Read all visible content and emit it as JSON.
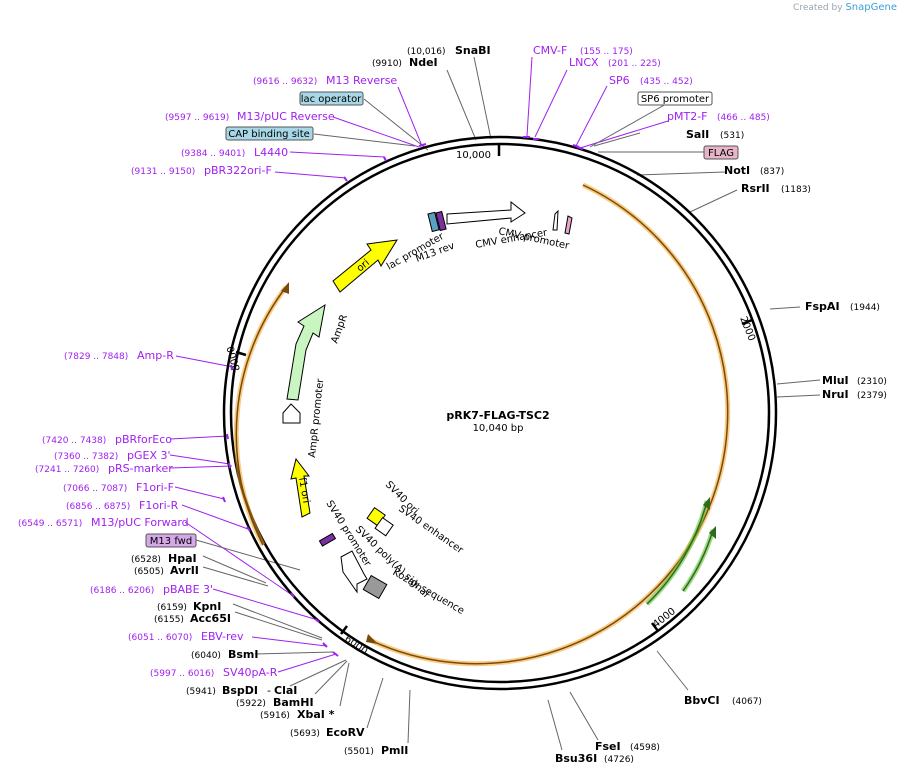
{
  "credit": {
    "created_by": "Created by",
    "brand": "SnapGene"
  },
  "plasmid": {
    "name": "pRK7-FLAG-TSC2",
    "size": "10,040 bp"
  },
  "ticks": [
    "10,000",
    "2000",
    "4000",
    "6000",
    "8000"
  ],
  "colors": {
    "primer": "#a020f0",
    "enzyme": "#000000",
    "backbone": "#000000",
    "orange_feature": "#f4a11d",
    "green_feature": "#5bc236",
    "yellow_feature": "#ffff00",
    "ampr": "#c9f5c0"
  },
  "enzymes": [
    {
      "name": "SnaBI",
      "pos": "(10,016)"
    },
    {
      "name": "NdeI",
      "pos": "(9910)"
    },
    {
      "name": "SalI",
      "pos": "(531)"
    },
    {
      "name": "NotI",
      "pos": "(837)"
    },
    {
      "name": "RsrII",
      "pos": "(1183)"
    },
    {
      "name": "FspAI",
      "pos": "(1944)"
    },
    {
      "name": "MluI",
      "pos": "(2310)"
    },
    {
      "name": "NruI",
      "pos": "(2379)"
    },
    {
      "name": "BbvCI",
      "pos": "(4067)"
    },
    {
      "name": "FseI",
      "pos": "(4598)"
    },
    {
      "name": "Bsu36I",
      "pos": "(4726)"
    },
    {
      "name": "PmlI",
      "pos": "(5501)"
    },
    {
      "name": "EcoRV",
      "pos": "(5693)"
    },
    {
      "name": "XbaI *",
      "pos": "(5916)"
    },
    {
      "name": "BamHI",
      "pos": "(5922)"
    },
    {
      "name": "BspDI",
      "pos": "(5941)"
    },
    {
      "name": "ClaI",
      "pos": ""
    },
    {
      "name": "BsmI",
      "pos": "(6040)"
    },
    {
      "name": "Acc65I",
      "pos": "(6155)"
    },
    {
      "name": "KpnI",
      "pos": "(6159)"
    },
    {
      "name": "AvrII",
      "pos": "(6505)"
    },
    {
      "name": "HpaI",
      "pos": "(6528)"
    }
  ],
  "primers": [
    {
      "name": "CMV-F",
      "pos": "(155 .. 175)"
    },
    {
      "name": "LNCX",
      "pos": "(201 .. 225)"
    },
    {
      "name": "SP6",
      "pos": "(435 .. 452)"
    },
    {
      "name": "pMT2-F",
      "pos": "(466 .. 485)"
    },
    {
      "name": "M13 Reverse",
      "pos": "(9616 .. 9632)"
    },
    {
      "name": "M13/pUC Reverse",
      "pos": "(9597 .. 9619)"
    },
    {
      "name": "L4440",
      "pos": "(9384 .. 9401)"
    },
    {
      "name": "pBR322ori-F",
      "pos": "(9131 .. 9150)"
    },
    {
      "name": "Amp-R",
      "pos": "(7829 .. 7848)"
    },
    {
      "name": "pBRforEco",
      "pos": "(7420 .. 7438)"
    },
    {
      "name": "pGEX 3'",
      "pos": "(7360 .. 7382)"
    },
    {
      "name": "pRS-marker",
      "pos": "(7241 .. 7260)"
    },
    {
      "name": "F1ori-F",
      "pos": "(7066 .. 7087)"
    },
    {
      "name": "F1ori-R",
      "pos": "(6856 .. 6875)"
    },
    {
      "name": "M13/pUC Forward",
      "pos": "(6549 .. 6571)"
    },
    {
      "name": "pBABE 3'",
      "pos": "(6186 .. 6206)"
    },
    {
      "name": "EBV-rev",
      "pos": "(6051 .. 6070)"
    },
    {
      "name": "SV40pA-R",
      "pos": "(5997 .. 6016)"
    }
  ],
  "boxed_labels": {
    "lac_operator": "lac operator",
    "cap_site": "CAP binding site",
    "sp6_promoter": "SP6 promoter",
    "flag": "FLAG",
    "m13_fwd": "M13 fwd"
  },
  "features": {
    "ori": "ori",
    "ampr": "AmpR",
    "ampr_promoter": "AmpR promoter",
    "f1_ori": "f1 ori",
    "lac_promoter": "lac promoter",
    "m13_rev": "M13 rev",
    "cmv_promoter": "CMV promoter",
    "cmv_enhancer": "CMV enhancer",
    "sv40_ori": "SV40 ori",
    "sv40_enhancer": "SV40 enhancer",
    "sv40_promoter": "SV40 promoter",
    "sv40_polya": "SV40 poly(A) signal",
    "kozak": "Kozak sequence"
  }
}
